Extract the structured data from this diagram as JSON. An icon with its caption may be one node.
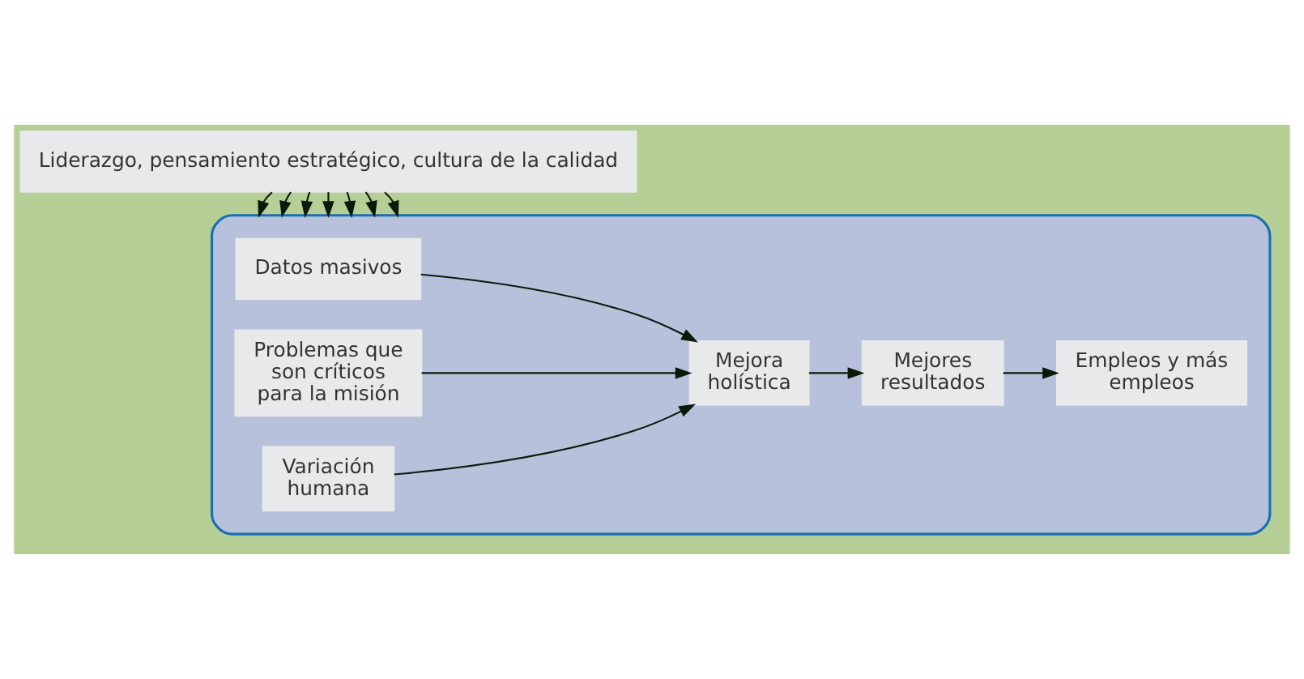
{
  "diagram": {
    "nodes": [
      {
        "text": [],
        "shape": "box"
      },
      {
        "text": [
          "Datos masivos"
        ],
        "in": 0
      },
      {
        "text": [
          "Problemas que son críticos para la misión"
        ],
        "in": 0
      },
      {
        "text": [
          "Variación humana"
        ],
        "in": 0
      },
      {
        "text": [
          "Mejora holística"
        ],
        "in": 0
      },
      {
        "text": [
          "Mejores resultados"
        ],
        "in": 0
      },
      {
        "text": [
          "Empleos y más empleos"
        ],
        "in": 0
      },
      {
        "text": [
          "Liderazgo, pensamiento estratégico, cultura de la calidad"
        ]
      }
    ],
    "edges": [
      {
        "from": 1,
        "to": 4,
        "arrow": "to"
      },
      {
        "from": 2,
        "to": 4,
        "arrow": "to"
      },
      {
        "from": 3,
        "to": 4,
        "arrow": "to"
      },
      {
        "from": 4,
        "to": 5,
        "arrow": "to"
      },
      {
        "from": 5,
        "to": 6,
        "arrow": "to"
      },
      {
        "from": 7,
        "to": 0,
        "arrow": "to"
      },
      {
        "from": 7,
        "to": 0,
        "arrow": "to"
      },
      {
        "from": 7,
        "to": 0,
        "arrow": "to"
      },
      {
        "from": 7,
        "to": 0,
        "arrow": "to"
      },
      {
        "from": 7,
        "to": 0,
        "arrow": "to"
      },
      {
        "from": 7,
        "to": 0,
        "arrow": "to"
      },
      {
        "from": 7,
        "to": 0,
        "arrow": "to"
      }
    ]
  }
}
